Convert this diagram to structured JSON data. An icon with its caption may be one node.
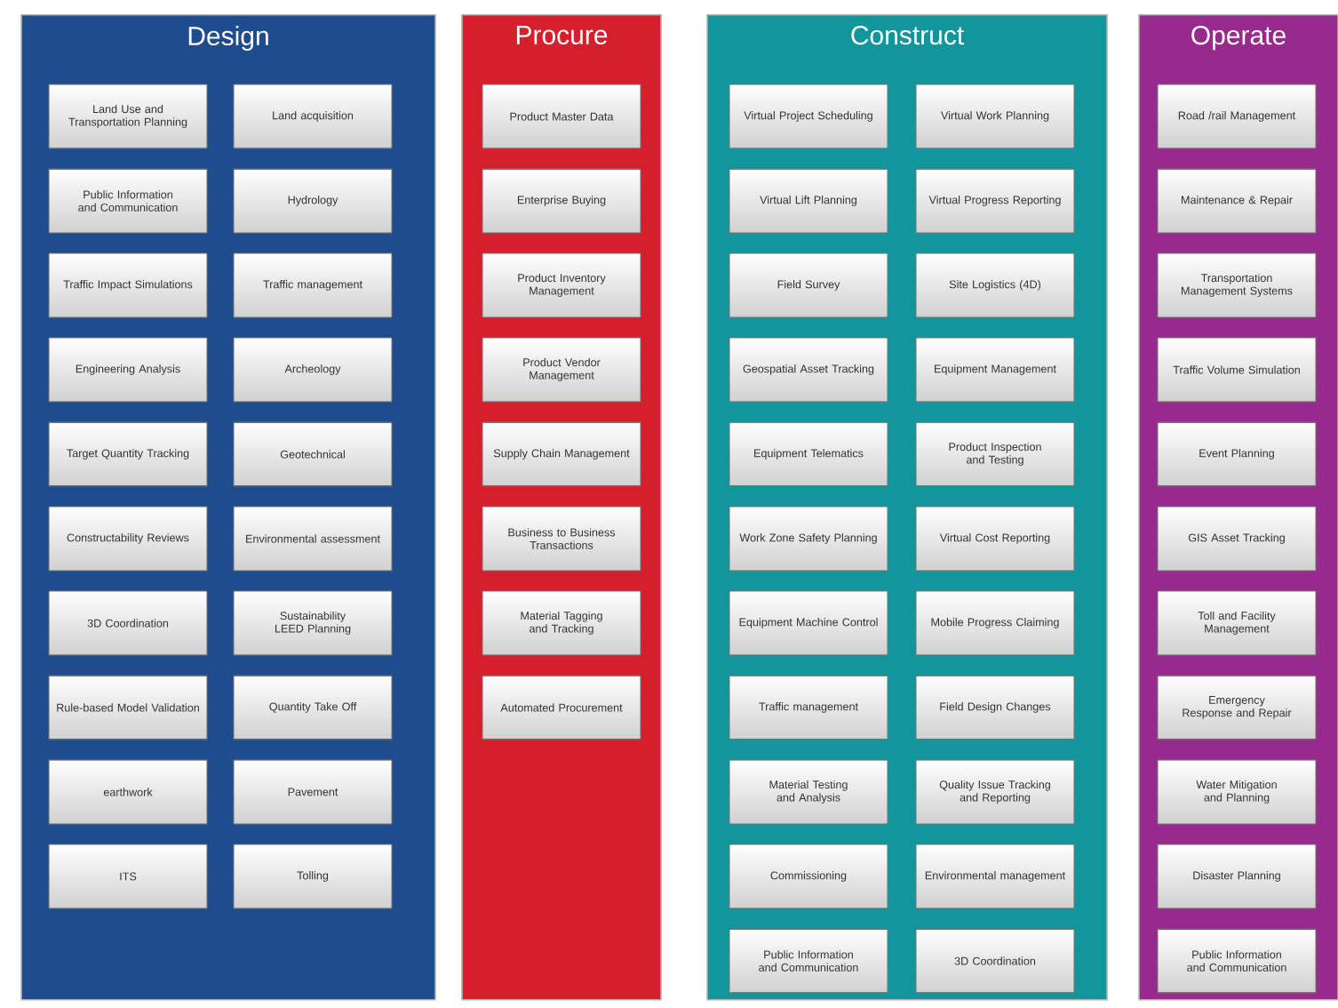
{
  "diagram": {
    "nodes": [
      {
        "text": [
          "Design"
        ]
      },
      {
        "text": [
          "Land Use and Transportation Planning"
        ],
        "in": 0
      },
      {
        "text": [
          "Land acquisition"
        ],
        "in": 0
      },
      {
        "text": [
          "Public Information and Communication"
        ],
        "in": 0
      },
      {
        "text": [
          "Hydrology"
        ],
        "in": 0
      },
      {
        "text": [
          "Traffic Impact Simulations"
        ],
        "in": 0
      },
      {
        "text": [
          "Traffic management"
        ],
        "in": 0
      },
      {
        "text": [
          "Engineering Analysis"
        ],
        "in": 0
      },
      {
        "text": [
          "Archeology"
        ],
        "in": 0
      },
      {
        "text": [
          "Target Quantity Tracking"
        ],
        "in": 0
      },
      {
        "text": [
          "Geotechnical"
        ],
        "in": 0
      },
      {
        "text": [
          "Constructability Reviews"
        ],
        "in": 0
      },
      {
        "text": [
          "Environmental assessment"
        ],
        "in": 0
      },
      {
        "text": [
          "3D Coordination"
        ],
        "in": 0
      },
      {
        "text": [
          "Sustainability LEED Planning"
        ],
        "in": 0
      },
      {
        "text": [
          "Rule-based Model Validation"
        ],
        "in": 0
      },
      {
        "text": [
          "Quantity Take Off"
        ],
        "in": 0
      },
      {
        "text": [
          "earthwork"
        ],
        "in": 0
      },
      {
        "text": [
          "Pavement"
        ],
        "in": 0
      },
      {
        "text": [
          "ITS"
        ],
        "in": 0
      },
      {
        "text": [
          "Tolling"
        ],
        "in": 0
      },
      {
        "text": [
          "Procure"
        ]
      },
      {
        "text": [
          "Product Master Data"
        ],
        "in": 21
      },
      {
        "text": [
          "Enterprise Buying"
        ],
        "in": 21
      },
      {
        "text": [
          "Product Inventory Management"
        ],
        "in": 21
      },
      {
        "text": [
          "Product Vendor Management"
        ],
        "in": 21
      },
      {
        "text": [
          "Supply Chain Management"
        ],
        "in": 21
      },
      {
        "text": [
          "Business to Business Transactions"
        ],
        "in": 21
      },
      {
        "text": [
          "Material Tagging and Tracking"
        ],
        "in": 21
      },
      {
        "text": [
          "Automated Procurement"
        ],
        "in": 21
      },
      {
        "text": [
          "Construct"
        ]
      },
      {
        "text": [
          "Virtual Project Scheduling"
        ],
        "in": 30
      },
      {
        "text": [
          "Virtual Work Planning"
        ],
        "in": 30
      },
      {
        "text": [
          "Virtual Lift Planning"
        ],
        "in": 30
      },
      {
        "text": [
          "Virtual Progress Reporting"
        ],
        "in": 30
      },
      {
        "text": [
          "Field Survey"
        ],
        "in": 30
      },
      {
        "text": [
          "Site Logistics (4D)"
        ],
        "in": 30
      },
      {
        "text": [
          "Geospatial Asset Tracking"
        ],
        "in": 30
      },
      {
        "text": [
          "Equipment Management"
        ],
        "in": 30
      },
      {
        "text": [
          "Equipment Telematics"
        ],
        "in": 30
      },
      {
        "text": [
          "Product Inspection and Testing"
        ],
        "in": 30
      },
      {
        "text": [
          "Work Zone Safety Planning"
        ],
        "in": 30
      },
      {
        "text": [
          "Virtual Cost Reporting"
        ],
        "in": 30
      },
      {
        "text": [
          "Equipment Machine Control"
        ],
        "in": 30
      },
      {
        "text": [
          "Mobile Progress Claiming"
        ],
        "in": 30
      },
      {
        "text": [
          "Traffic management"
        ],
        "in": 30
      },
      {
        "text": [
          "Field Design Changes"
        ],
        "in": 30
      },
      {
        "text": [
          "Material Testing and Analysis"
        ],
        "in": 30
      },
      {
        "text": [
          "Quality Issue Tracking and Reporting"
        ],
        "in": 30
      },
      {
        "text": [
          "Commissioning"
        ],
        "in": 30
      },
      {
        "text": [
          "Environmental management"
        ],
        "in": 30
      },
      {
        "text": [
          "Public Information and Communication"
        ],
        "in": 30
      },
      {
        "text": [
          "3D Coordination"
        ],
        "in": 30
      },
      {
        "text": [
          "Operate"
        ]
      },
      {
        "text": [
          "Road /rail Management"
        ],
        "in": 53
      },
      {
        "text": [
          "Maintenance & Repair"
        ],
        "in": 53
      },
      {
        "text": [
          "Transportation Management Systems"
        ],
        "in": 53
      },
      {
        "text": [
          "Traffic Volume Simulation"
        ],
        "in": 53
      },
      {
        "text": [
          "Event Planning"
        ],
        "in": 53
      },
      {
        "text": [
          "GIS Asset Tracking"
        ],
        "in": 53
      },
      {
        "text": [
          "Toll and Facility Management"
        ],
        "in": 53
      },
      {
        "text": [
          "Emergency Response and Repair"
        ],
        "in": 53
      },
      {
        "text": [
          "Water Mitigation and Planning"
        ],
        "in": 53
      },
      {
        "text": [
          "Disaster Planning"
        ],
        "in": 53
      },
      {
        "text": [
          "Public Information and Communication"
        ],
        "in": 53
      }
    ]
  }
}
